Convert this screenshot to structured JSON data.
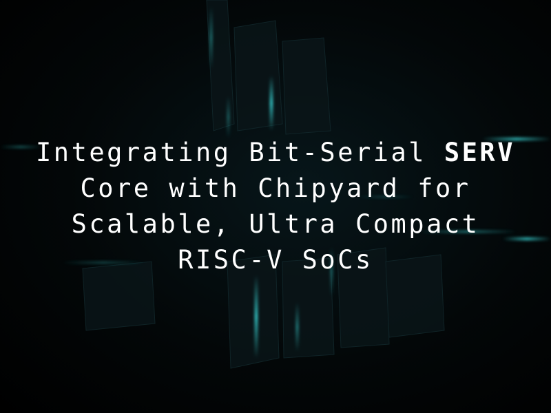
{
  "title": {
    "line1_text": "Integrating Bit-Serial ",
    "line1_emphasis": "SERV",
    "line2": "Core with Chipyard for",
    "line3": "Scalable, Ultra Compact",
    "line4": "RISC-V SoCs"
  },
  "colors": {
    "background": "#000000",
    "glow": "#2ee6e6",
    "text": "#ffffff"
  }
}
